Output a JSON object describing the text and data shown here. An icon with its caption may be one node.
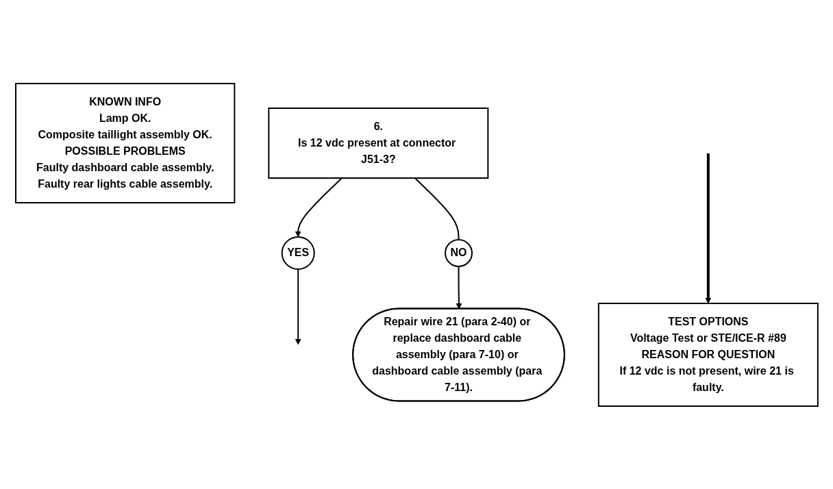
{
  "diagram": {
    "nodes": [
      {
        "text": [
          "KNOWN INFO",
          "Lamp OK.",
          "Composite taillight assembly OK.",
          "POSSIBLE PROBLEMS",
          "Faulty dashboard cable assembly.",
          "Faulty rear lights cable assembly."
        ]
      },
      {
        "text": [
          "6.",
          "Is 12 vdc present at connector J51-3?"
        ]
      },
      {
        "text": [
          "TEST OPTIONS",
          "Voltage Test or STE/ICE-R #89",
          "REASON FOR QUESTION",
          "If 12 vdc is not present, wire 21 is faulty."
        ]
      },
      {
        "text": [
          "NO"
        ]
      },
      {
        "text": [
          "YES"
        ]
      },
      {
        "text": [
          "Repair wire 21 (para 2-40) or replace dashboard cable assembly (para 7-10) or dashboard cable assembly (para 7-11)."
        ]
      }
    ],
    "edges": [
      {
        "from": 1,
        "to": 4,
        "arrow": "to"
      },
      {
        "from": 1,
        "to": 3,
        "arrow": "none"
      },
      {
        "from": 3,
        "to": 5,
        "arrow": "to"
      },
      {
        "from": 4,
        "to": null,
        "arrow": "to"
      },
      {
        "from": null,
        "to": 2,
        "arrow": "to",
        "style": "thick"
      }
    ]
  }
}
